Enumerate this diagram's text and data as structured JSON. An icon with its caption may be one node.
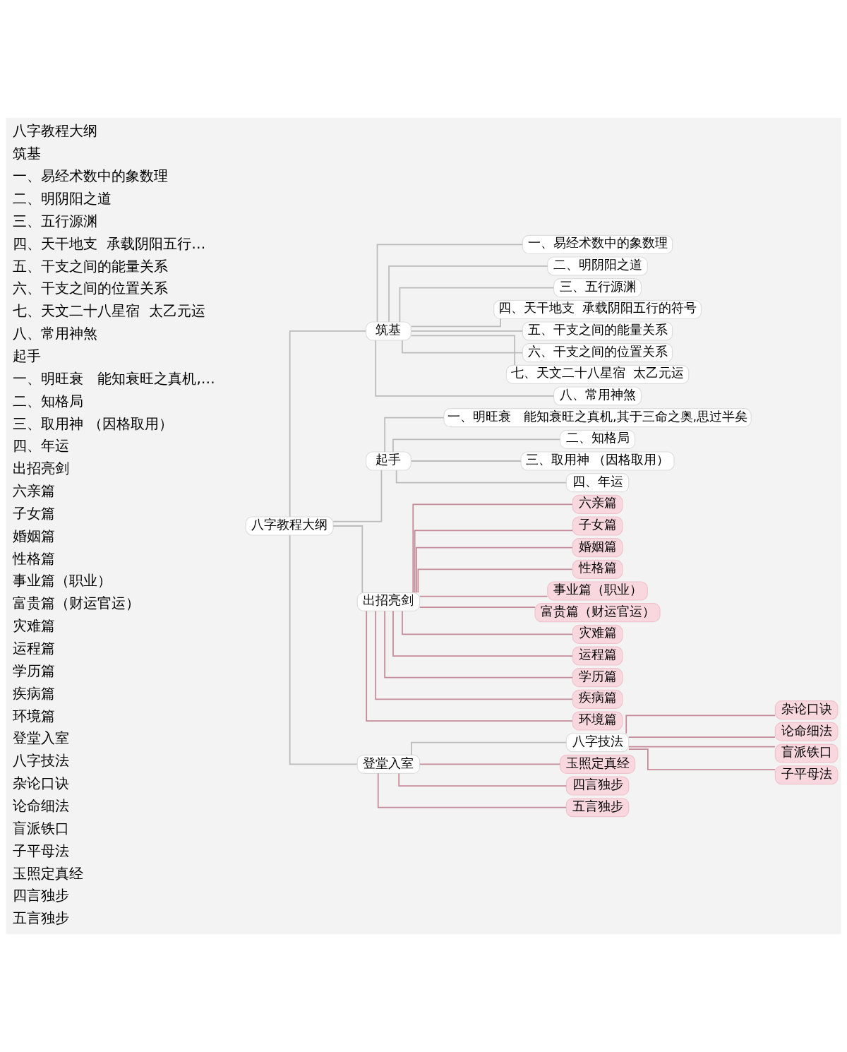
{
  "diagram": {
    "nodes": [
      {
        "text": [
          "八字教程大纲"
        ]
      },
      {
        "text": [
          "筑基"
        ]
      },
      {
        "text": [
          "一、易经术数中的象数理"
        ]
      },
      {
        "text": [
          "二、明阴阳之道"
        ]
      },
      {
        "text": [
          "三、五行源渊"
        ]
      },
      {
        "text": [
          "四、天干地支  承载阴阳五行的符号"
        ]
      },
      {
        "text": [
          "五、干支之间的能量关系"
        ]
      },
      {
        "text": [
          "六、干支之间的位置关系"
        ]
      },
      {
        "text": [
          "七、天文二十八星宿  太乙元运"
        ]
      },
      {
        "text": [
          "八、常用神煞"
        ]
      },
      {
        "text": [
          "起手"
        ]
      },
      {
        "text": [
          "一、明旺衰　能知衰旺之真机,其于三命之奥,思过半矣"
        ]
      },
      {
        "text": [
          "二、知格局"
        ]
      },
      {
        "text": [
          "三、取用神 （因格取用）"
        ]
      },
      {
        "text": [
          "四、年运"
        ]
      },
      {
        "text": [
          "出招亮剑"
        ]
      },
      {
        "text": [
          "六亲篇"
        ]
      },
      {
        "text": [
          "子女篇"
        ]
      },
      {
        "text": [
          "婚姻篇"
        ]
      },
      {
        "text": [
          "性格篇"
        ]
      },
      {
        "text": [
          "事业篇（职业）"
        ]
      },
      {
        "text": [
          "富贵篇（财运官运）"
        ]
      },
      {
        "text": [
          "灾难篇"
        ]
      },
      {
        "text": [
          "运程篇"
        ]
      },
      {
        "text": [
          "学历篇"
        ]
      },
      {
        "text": [
          "疾病篇"
        ]
      },
      {
        "text": [
          "环境篇"
        ]
      },
      {
        "text": [
          "登堂入室"
        ]
      },
      {
        "text": [
          "八字技法"
        ]
      },
      {
        "text": [
          "杂论口诀"
        ]
      },
      {
        "text": [
          "论命细法"
        ]
      },
      {
        "text": [
          "盲派铁口"
        ]
      },
      {
        "text": [
          "子平母法"
        ]
      },
      {
        "text": [
          "玉照定真经"
        ]
      },
      {
        "text": [
          "四言独步"
        ]
      },
      {
        "text": [
          "五言独步"
        ]
      }
    ],
    "edges": [
      {
        "from": 0,
        "to": 1,
        "arrow": "none"
      },
      {
        "from": 0,
        "to": 10,
        "arrow": "none"
      },
      {
        "from": 0,
        "to": 15,
        "arrow": "none"
      },
      {
        "from": 0,
        "to": 27,
        "arrow": "none"
      },
      {
        "from": 1,
        "to": 2,
        "arrow": "none"
      },
      {
        "from": 1,
        "to": 3,
        "arrow": "none"
      },
      {
        "from": 1,
        "to": 4,
        "arrow": "none"
      },
      {
        "from": 1,
        "to": 5,
        "arrow": "none"
      },
      {
        "from": 1,
        "to": 6,
        "arrow": "none"
      },
      {
        "from": 1,
        "to": 7,
        "arrow": "none"
      },
      {
        "from": 1,
        "to": 8,
        "arrow": "none"
      },
      {
        "from": 1,
        "to": 9,
        "arrow": "none"
      },
      {
        "from": 10,
        "to": 11,
        "arrow": "none"
      },
      {
        "from": 10,
        "to": 12,
        "arrow": "none"
      },
      {
        "from": 10,
        "to": 13,
        "arrow": "none"
      },
      {
        "from": 10,
        "to": 14,
        "arrow": "none"
      },
      {
        "from": 15,
        "to": 16,
        "arrow": "none",
        "color": "#c48a9a"
      },
      {
        "from": 15,
        "to": 17,
        "arrow": "none",
        "color": "#c48a9a"
      },
      {
        "from": 15,
        "to": 18,
        "arrow": "none",
        "color": "#c48a9a"
      },
      {
        "from": 15,
        "to": 19,
        "arrow": "none",
        "color": "#c48a9a"
      },
      {
        "from": 15,
        "to": 20,
        "arrow": "none",
        "color": "#c48a9a"
      },
      {
        "from": 15,
        "to": 21,
        "arrow": "none",
        "color": "#c48a9a"
      },
      {
        "from": 15,
        "to": 22,
        "arrow": "none",
        "color": "#c48a9a"
      },
      {
        "from": 15,
        "to": 23,
        "arrow": "none",
        "color": "#c48a9a"
      },
      {
        "from": 15,
        "to": 24,
        "arrow": "none",
        "color": "#c48a9a"
      },
      {
        "from": 15,
        "to": 25,
        "arrow": "none",
        "color": "#c48a9a"
      },
      {
        "from": 15,
        "to": 26,
        "arrow": "none",
        "color": "#c48a9a"
      },
      {
        "from": 27,
        "to": 28,
        "arrow": "none"
      },
      {
        "from": 28,
        "to": 29,
        "arrow": "none",
        "color": "#c48a9a"
      },
      {
        "from": 28,
        "to": 30,
        "arrow": "none",
        "color": "#c48a9a"
      },
      {
        "from": 28,
        "to": 31,
        "arrow": "none",
        "color": "#c48a9a"
      },
      {
        "from": 28,
        "to": 32,
        "arrow": "none",
        "color": "#c48a9a"
      },
      {
        "from": 27,
        "to": 33,
        "arrow": "none",
        "color": "#c48a9a"
      },
      {
        "from": 27,
        "to": 34,
        "arrow": "none",
        "color": "#c48a9a"
      },
      {
        "from": 27,
        "to": 35,
        "arrow": "none",
        "color": "#c48a9a"
      }
    ],
    "labels": [
      "八字教程大纲",
      "筑基",
      "一、易经术数中的象数理",
      "二、明阴阳之道",
      "三、五行源渊",
      "四、天干地支  承载阴阳五行…",
      "五、干支之间的能量关系",
      "六、干支之间的位置关系",
      "七、天文二十八星宿  太乙元运",
      "八、常用神煞",
      "起手",
      "一、明旺衰　能知衰旺之真机,…",
      "二、知格局",
      "三、取用神 （因格取用）",
      "四、年运",
      "出招亮剑",
      "六亲篇",
      "子女篇",
      "婚姻篇",
      "性格篇",
      "事业篇（职业）",
      "富贵篇（财运官运）",
      "灾难篇",
      "运程篇",
      "学历篇",
      "疾病篇",
      "环境篇",
      "登堂入室",
      "八字技法",
      "杂论口诀",
      "论命细法",
      "盲派铁口",
      "子平母法",
      "玉照定真经",
      "四言独步",
      "五言独步"
    ]
  }
}
